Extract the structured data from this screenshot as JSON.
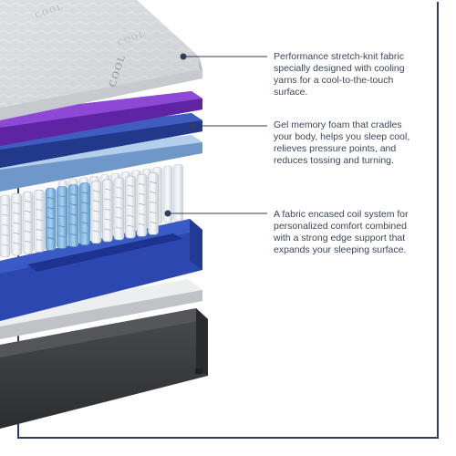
{
  "theme": {
    "frame": "#2e3e5c",
    "leader": "#2e3e5c",
    "cover": "#d6d8dc",
    "purple": "#7a35c6",
    "blue_deep": "#2f4aa8",
    "blue_light": "#8fb4dc",
    "edge_blue": "#2d47b0",
    "base": "#3c3d40"
  },
  "cover_watermark_text": "COOL",
  "callouts": [
    {
      "id": "cover",
      "lines": [
        "Performance stretch-knit fabric",
        "specially designed with cooling",
        "yarns for a cool-to-the-touch",
        "surface."
      ]
    },
    {
      "id": "foam",
      "lines": [
        "Gel memory foam that cradles",
        "your body, helps you sleep cool,",
        "relieves pressure points, and",
        "reduces tossing and turning."
      ]
    },
    {
      "id": "coils",
      "lines": [
        "A fabric encased coil system for",
        "personalized comfort combined",
        "with a strong edge support that",
        "expands your sleeping surface."
      ]
    }
  ]
}
